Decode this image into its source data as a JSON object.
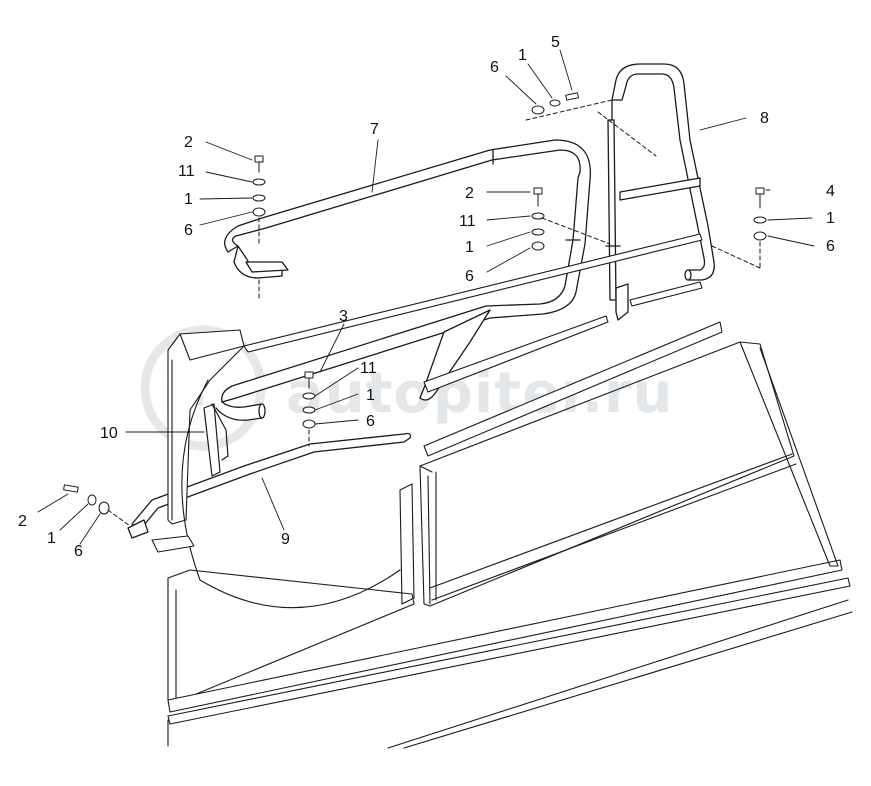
{
  "watermark": {
    "text": "autopiter.ru",
    "color": "#cfd4d8"
  },
  "colors": {
    "line": "#1a1a1a",
    "background": "#ffffff"
  },
  "callouts": [
    {
      "id": "c-7-top",
      "text": "7"
    },
    {
      "id": "c-8",
      "text": "8"
    },
    {
      "id": "c-6-a",
      "text": "6"
    },
    {
      "id": "c-1-a",
      "text": "1"
    },
    {
      "id": "c-5",
      "text": "5"
    },
    {
      "id": "c-2-a",
      "text": "2"
    },
    {
      "id": "c-11-a",
      "text": "11"
    },
    {
      "id": "c-1-b",
      "text": "1"
    },
    {
      "id": "c-6-b",
      "text": "6"
    },
    {
      "id": "c-2-b",
      "text": "2"
    },
    {
      "id": "c-11-b",
      "text": "11"
    },
    {
      "id": "c-1-c",
      "text": "1"
    },
    {
      "id": "c-6-c",
      "text": "6"
    },
    {
      "id": "c-4",
      "text": "4"
    },
    {
      "id": "c-1-d",
      "text": "1"
    },
    {
      "id": "c-6-d",
      "text": "6"
    },
    {
      "id": "c-3",
      "text": "3"
    },
    {
      "id": "c-11-c",
      "text": "11"
    },
    {
      "id": "c-1-e",
      "text": "1"
    },
    {
      "id": "c-6-e",
      "text": "6"
    },
    {
      "id": "c-10",
      "text": "10"
    },
    {
      "id": "c-9",
      "text": "9"
    },
    {
      "id": "c-2-c",
      "text": "2"
    },
    {
      "id": "c-1-f",
      "text": "1"
    },
    {
      "id": "c-6-f",
      "text": "6"
    }
  ]
}
